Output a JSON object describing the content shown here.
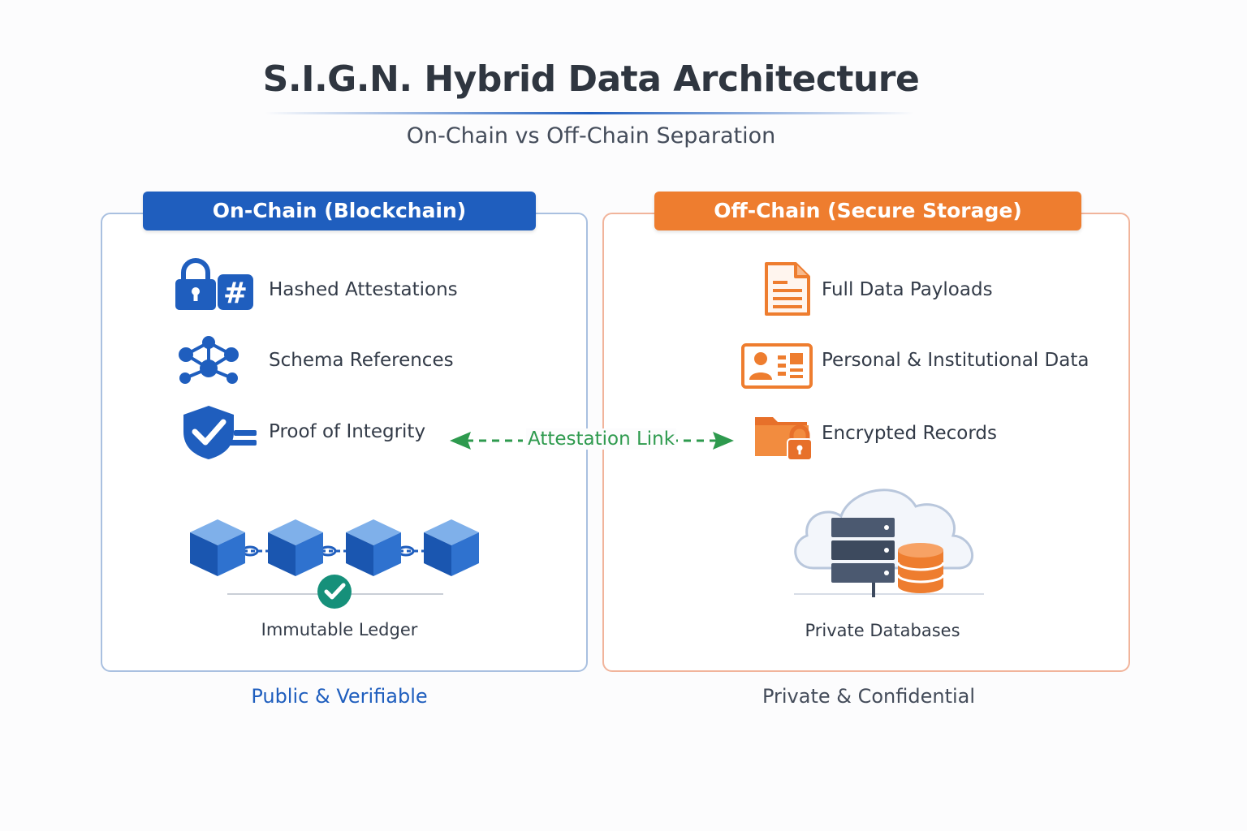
{
  "title": "S.I.G.N. Hybrid Data Architecture",
  "subtitle": "On-Chain vs Off-Chain Separation",
  "colors": {
    "on_chain_blue": "#1f5ebe",
    "off_chain_orange": "#ee7d2f",
    "link_green": "#2e9a4e",
    "check_teal": "#16907a"
  },
  "on_chain": {
    "header": "On-Chain (Blockchain)",
    "items": [
      {
        "label": "Hashed Attestations",
        "icon": "lock-hash-icon"
      },
      {
        "label": "Schema References",
        "icon": "network-nodes-icon"
      },
      {
        "label": "Proof of Integrity",
        "icon": "shield-check-icon"
      }
    ],
    "ledger_caption": "Immutable Ledger",
    "footer": "Public & Verifiable"
  },
  "off_chain": {
    "header": "Off-Chain (Secure Storage)",
    "items": [
      {
        "label": "Full Data Payloads",
        "icon": "document-icon"
      },
      {
        "label": "Personal & Institutional Data",
        "icon": "id-card-icon"
      },
      {
        "label": "Encrypted Records",
        "icon": "locked-folder-icon"
      }
    ],
    "storage_caption": "Private Databases",
    "footer": "Private & Confidential"
  },
  "connector": {
    "label": "Attestation Link"
  }
}
